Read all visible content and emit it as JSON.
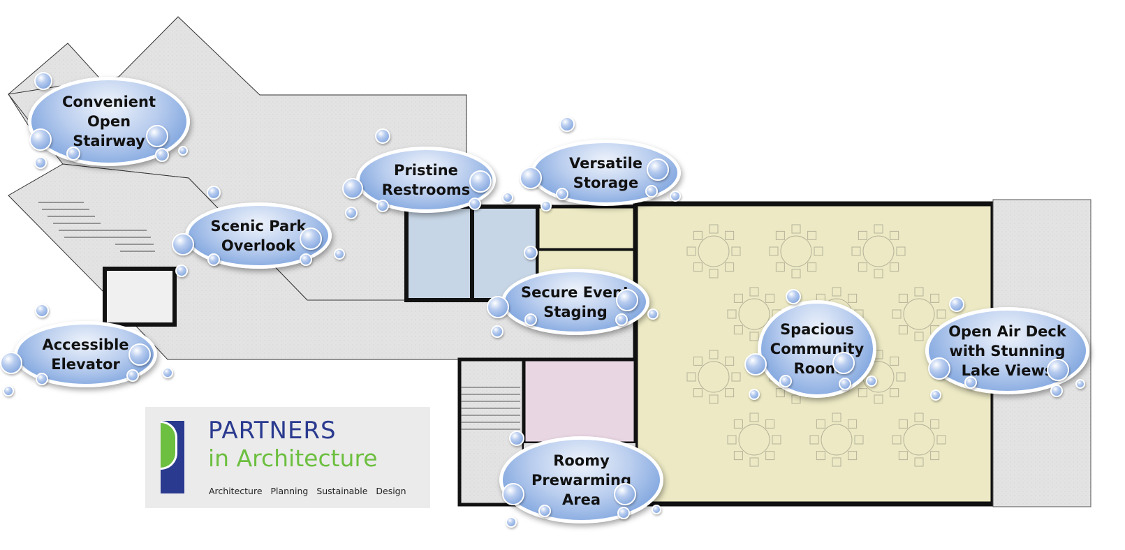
{
  "title": "Floor plan with labeled feature callouts",
  "colors": {
    "community_room_floor": "#ece9c4",
    "restroom_floor": "#c7d6e6",
    "prewarming_floor": "#e9d6e3",
    "concrete": "#e2e2e2",
    "wall": "#111111",
    "bubble_edge": "#5f8fd6",
    "logo_blue": "#2a3a8f",
    "logo_green": "#6cbf3f"
  },
  "callouts": [
    {
      "id": "stairway",
      "label": "Convenient\nOpen\nStairway"
    },
    {
      "id": "restrooms",
      "label": "Pristine\nRestrooms"
    },
    {
      "id": "storage",
      "label": "Versatile\nStorage"
    },
    {
      "id": "overlook",
      "label": "Scenic Park\nOverlook"
    },
    {
      "id": "staging",
      "label": "Secure Event\nStaging"
    },
    {
      "id": "elevator",
      "label": "Accessible\nElevator"
    },
    {
      "id": "community",
      "label": "Spacious\nCommunity\nRoom"
    },
    {
      "id": "deck",
      "label": "Open Air Deck\nwith Stunning\nLake Views"
    },
    {
      "id": "prewarming",
      "label": "Roomy\nPrewarming\nArea"
    }
  ],
  "logo": {
    "line1": "PARTNERS",
    "line2": "in Architecture",
    "tagline": "Architecture   Planning   Sustainable Design"
  }
}
